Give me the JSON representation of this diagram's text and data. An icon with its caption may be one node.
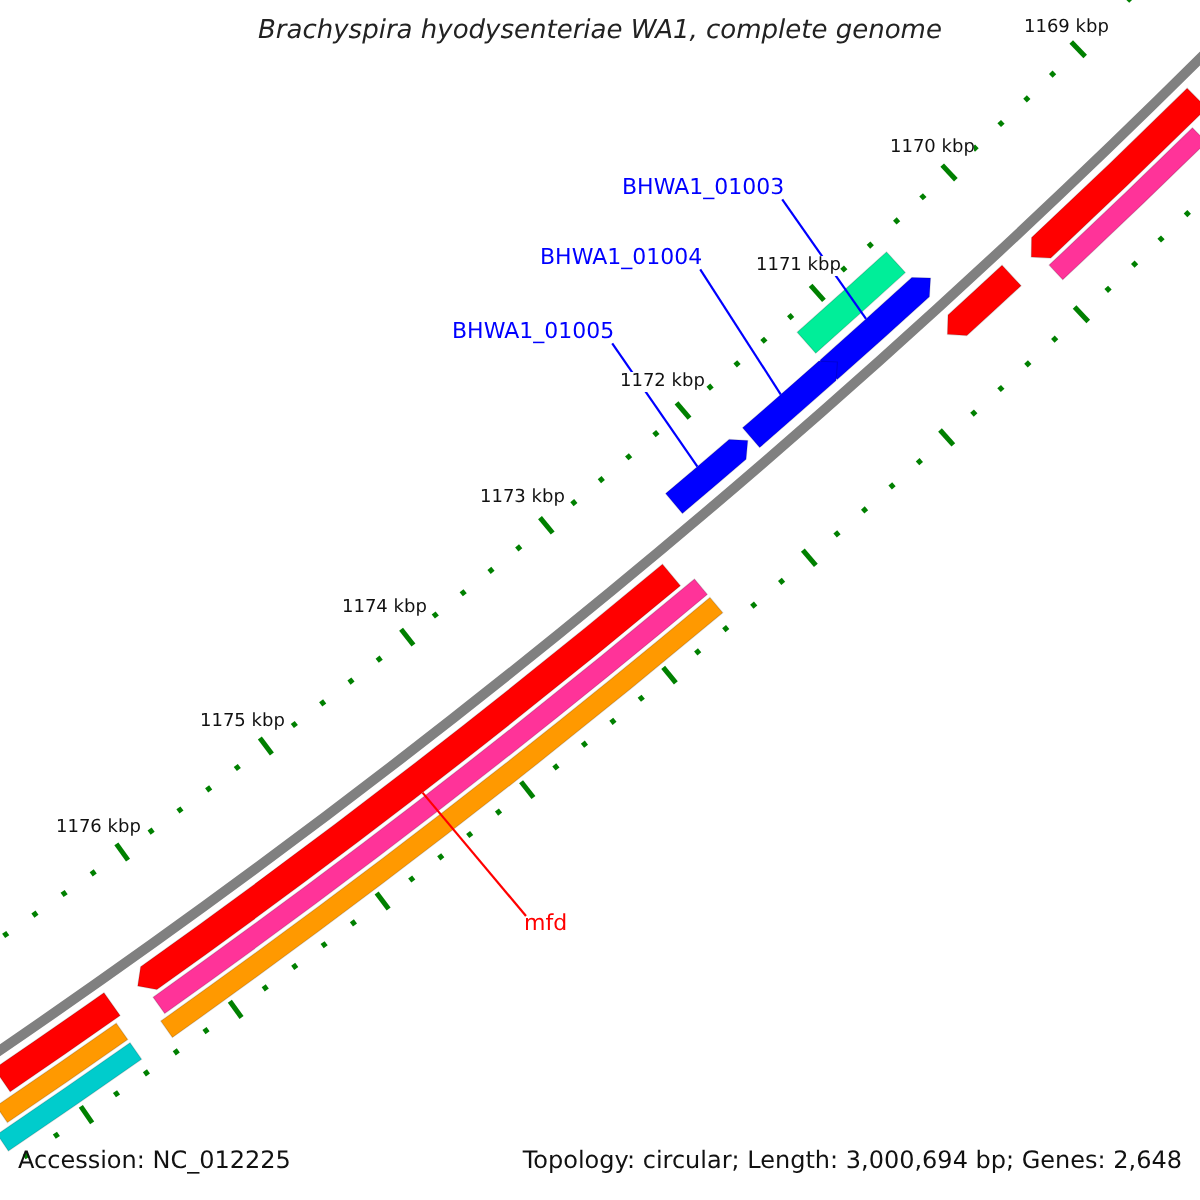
{
  "diagram": {
    "title": "Brachyspira hyodysenteriae WA1, complete genome",
    "nodes": [
      {
        "text": [
          "BHWA1_01003"
        ]
      },
      {
        "text": [
          "BHWA1_01004"
        ]
      },
      {
        "text": [
          "BHWA1_01005"
        ]
      },
      {
        "text": [],
        "shape": "bar"
      },
      {
        "text": [],
        "shape": "bar"
      },
      {
        "text": [],
        "shape": "bar"
      },
      {
        "text": [],
        "shape": "bar"
      },
      {
        "text": [
          "mfd"
        ]
      },
      {
        "text": [],
        "shape": "bar"
      },
      {
        "text": [],
        "shape": "bar"
      },
      {
        "text": [],
        "shape": "bar"
      },
      {
        "text": [],
        "shape": "bar"
      },
      {
        "text": [],
        "shape": "bar"
      },
      {
        "text": [],
        "shape": "bar"
      },
      {
        "text": [],
        "shape": "bar"
      },
      {
        "text": [],
        "shape": "bar"
      },
      {
        "text": [],
        "shape": "bar"
      }
    ],
    "edges": [
      {
        "from": 0,
        "to": 3,
        "arrow": "none"
      },
      {
        "from": 1,
        "to": 4,
        "arrow": "none"
      },
      {
        "from": 2,
        "to": 5,
        "arrow": "none"
      },
      {
        "from": 7,
        "to": 6,
        "arrow": "none",
        "color": "#ff0000"
      }
    ],
    "labels": [
      "1169 kbp",
      "1170 kbp",
      "1171 kbp",
      "1172 kbp",
      "1173 kbp",
      "1174 kbp",
      "1175 kbp",
      "1176 kbp",
      "Accession: NC_012225",
      "Topology: circular; Length: 3,000,694 bp; Genes: 2,648"
    ]
  }
}
